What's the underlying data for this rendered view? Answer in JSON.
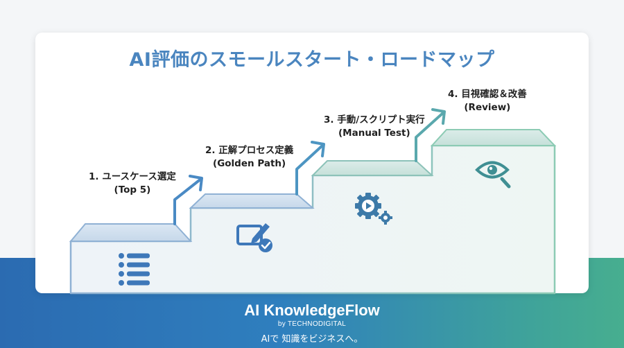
{
  "title": "AI評価のスモールスタート・ロードマップ",
  "steps": [
    {
      "line1": "1. ユースケース選定",
      "line2": "(Top 5)",
      "icon": "list-icon"
    },
    {
      "line1": "2. 正解プロセス定義",
      "line2": "(Golden Path)",
      "icon": "edit-check-icon"
    },
    {
      "line1": "3. 手動/スクリプト実行",
      "line2": "(Manual Test)",
      "icon": "gear-play-icon"
    },
    {
      "line1": "4. 目視確認＆改善",
      "line2": "(Review)",
      "icon": "eye-search-icon"
    }
  ],
  "footer": {
    "brand": "AI KnowledgeFlow",
    "by": "by TECHNODIGITAL",
    "tagline": "AIで 知識をビジネスへ。"
  },
  "colors": {
    "title": "#4a85bf",
    "band_start": "#2b6bb1",
    "band_end": "#47ae8f",
    "arrow_blue": "#4a8ac4",
    "arrow_green": "#5fb59a"
  }
}
